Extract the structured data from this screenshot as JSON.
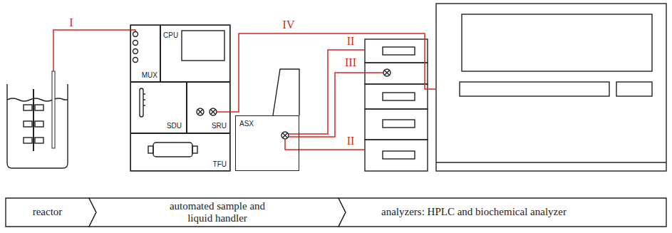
{
  "diagram": {
    "nodes": [
      {
        "text": [
          "MUX"
        ]
      },
      {
        "text": [
          "CPU"
        ]
      },
      {
        "text": [
          "SDU"
        ]
      },
      {
        "text": [
          "SRU"
        ]
      },
      {
        "text": [
          "TFU"
        ]
      },
      {
        "text": [
          "ASX"
        ]
      },
      {
        "text": [
          "reactor"
        ]
      },
      {
        "text": [
          "automated sample and liquid handler"
        ]
      },
      {
        "text": [
          "analyzers: HPLC and biochemical analyzer"
        ]
      }
    ],
    "labels": [
      "I",
      "IV",
      "II",
      "III",
      "II"
    ]
  }
}
